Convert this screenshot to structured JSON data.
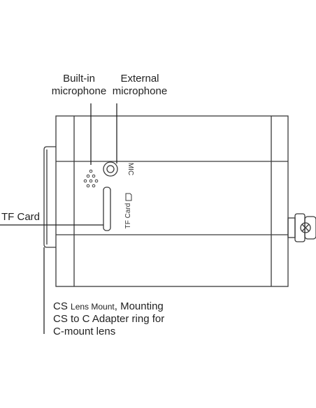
{
  "labels": {
    "builtin_mic_line1": "Built-in",
    "builtin_mic_line2": "microphone",
    "external_mic_line1": "External",
    "external_mic_line2": "microphone",
    "tf_card": "TF Card",
    "mount_line1_a": "CS",
    "mount_line1_b": "Lens Mount",
    "mount_line1_c": ", Mounting",
    "mount_line2": "CS to C Adapter ring for",
    "mount_line3": "C-mount lens"
  },
  "device_markings": {
    "mic_port": "MIC",
    "tf_slot": "TF Card"
  },
  "colors": {
    "line": "#3a3a3a",
    "text": "#222222",
    "background": "#ffffff"
  }
}
